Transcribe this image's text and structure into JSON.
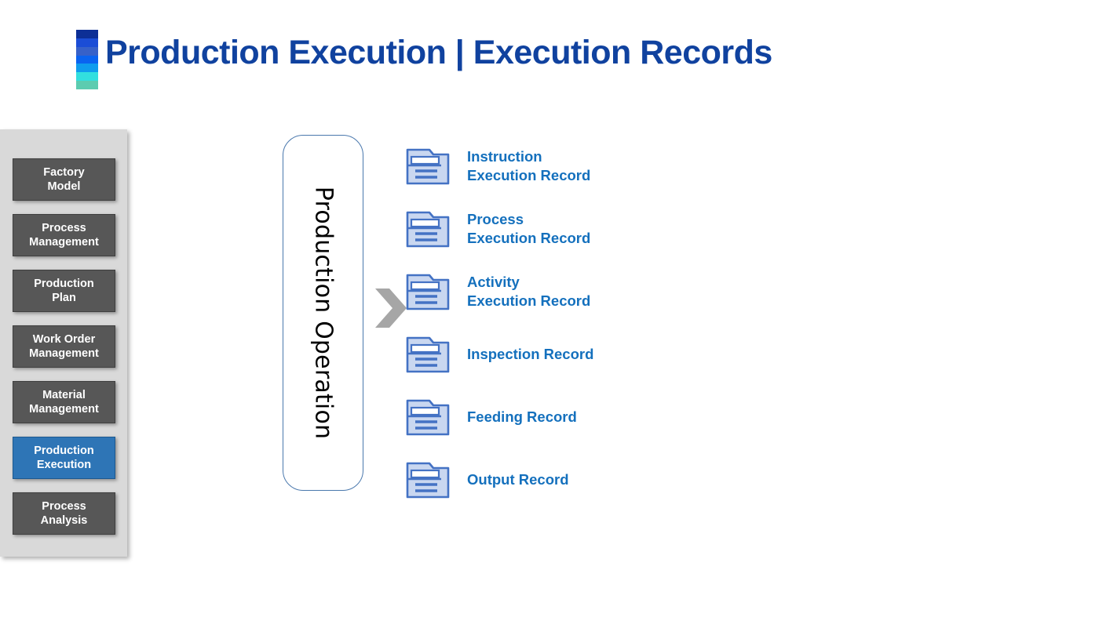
{
  "header": {
    "title": "Production Execution | Execution Records",
    "title_color": "#10429F",
    "logo": {
      "name": "gradient-bar-logo",
      "bands": [
        "#0D2F96",
        "#1B4DD6",
        "#3761C9",
        "#0A63F0",
        "#0F9CEE",
        "#32DFDF",
        "#5CCCB0"
      ]
    }
  },
  "sidebar": {
    "background_color": "#D9D9D9",
    "active_color": "#2E75B6",
    "inactive_color": "#575757",
    "items": [
      {
        "label": "Factory\nModel",
        "active": false
      },
      {
        "label": "Process\nManagement",
        "active": false
      },
      {
        "label": "Production\nPlan",
        "active": false
      },
      {
        "label": "Work Order\nManagement",
        "active": false
      },
      {
        "label": "Material\nManagement",
        "active": false
      },
      {
        "label": "Production\nExecution",
        "active": true
      },
      {
        "label": "Process\nAnalysis",
        "active": false
      }
    ]
  },
  "diagram": {
    "operation_box": {
      "label": "Production Operation",
      "border_color": "#4A78AD",
      "text_color": "#000000"
    },
    "arrow": {
      "name": "chevron-right-arrow",
      "color": "#A6A6A6"
    },
    "record_label_color": "#1470BD",
    "record_icon_fill": "#C9D7F0",
    "record_icon_stroke": "#4472C4",
    "records": [
      {
        "label": "Instruction\nExecution Record",
        "icon": "document-record-icon"
      },
      {
        "label": "Process\nExecution Record",
        "icon": "document-record-icon"
      },
      {
        "label": "Activity\nExecution Record",
        "icon": "document-record-icon"
      },
      {
        "label": "Inspection Record",
        "icon": "document-record-icon"
      },
      {
        "label": "Feeding Record",
        "icon": "document-record-icon"
      },
      {
        "label": "Output Record",
        "icon": "document-record-icon"
      }
    ]
  }
}
